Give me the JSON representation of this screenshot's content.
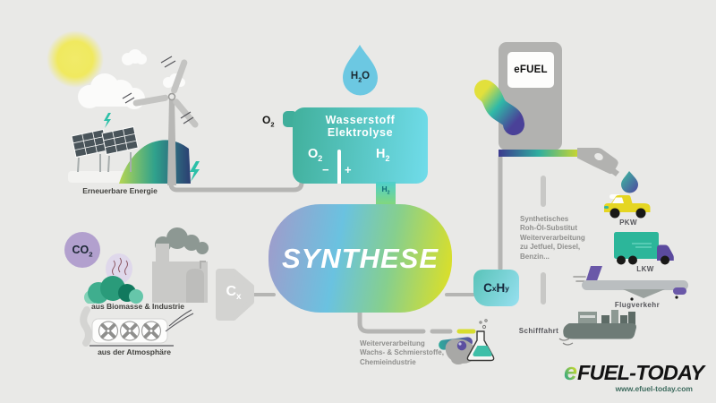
{
  "colors": {
    "bg": "#e9e9e7",
    "teal": "#2fb9a8",
    "cyan": "#6ac2e0",
    "purple": "#5b4fa0",
    "lavender": "#b2a0ce",
    "yellow": "#d9df2b",
    "gray_line": "#b5b5b3",
    "text_dark": "#42423f",
    "text_gray": "#8f8f8d"
  },
  "renewable": {
    "label": "Erneuerbare Energie"
  },
  "electrolysis": {
    "title1": "Wasserstoff",
    "title2": "Elektrolyse",
    "minus": "−",
    "plus": "+"
  },
  "formulas": {
    "h2o": [
      "H",
      "2",
      "O"
    ],
    "o2": [
      "O",
      "2"
    ],
    "h2": [
      "H",
      "2"
    ],
    "co2": [
      "CO",
      "2"
    ],
    "cx": [
      "C",
      "x"
    ],
    "cxhy_c": [
      "C",
      "x"
    ],
    "cxhy_h": [
      "H",
      "y"
    ]
  },
  "synthese": {
    "label": "SYNTHESE"
  },
  "sources": {
    "biomass": "aus Biomasse & Industrie",
    "atmosphere": "aus der Atmosphäre"
  },
  "pump": {
    "brand": "eFUEL"
  },
  "product_text": {
    "lines": [
      "Synthetisches",
      "Roh-Öl-Substitut",
      "Weiterverarbeitung",
      "zu Jetfuel, Diesel,",
      "Benzin..."
    ]
  },
  "downstream_text": {
    "lines": [
      "Weiterverarbeitung",
      "Wachs- & Schmierstoffe,",
      "Chemieindustrie"
    ]
  },
  "vehicles": {
    "car": "PKW",
    "truck": "LKW",
    "plane": "Flugverkehr",
    "ship": "Schifffahrt"
  },
  "footer": {
    "brand_e": "e",
    "brand_rest": "FUEL-TODAY",
    "url": "www.efuel-today.com"
  }
}
